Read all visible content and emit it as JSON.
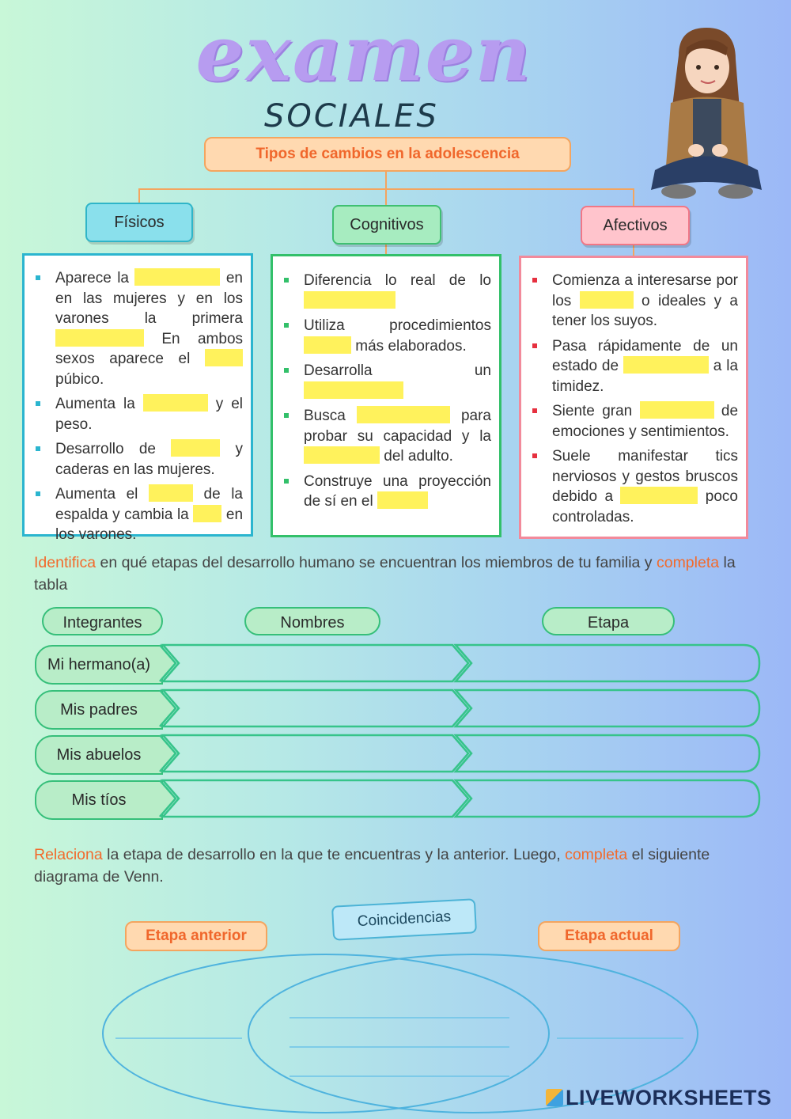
{
  "title": "examen",
  "subtitle": "SOCIALES",
  "concept_map": {
    "header": "Tipos de cambios en la adolescencia",
    "fisicos": {
      "label": "Físicos",
      "items": [
        {
          "a": "Aparece la",
          "b": "en las mujeres y en los varones la primera",
          "c": "En ambos sexos aparece el",
          "d": "púbico."
        },
        {
          "a": "Aumenta la",
          "b": "y el peso."
        },
        {
          "a": "Desarrollo de",
          "b": "y caderas en las mujeres."
        },
        {
          "a": "Aumenta el",
          "b": "de la espalda y cambia la",
          "c": "en los varones."
        }
      ]
    },
    "cognitivos": {
      "label": "Cognitivos",
      "items": [
        {
          "a": "Diferencia lo real de lo"
        },
        {
          "a": "Utiliza procedimientos",
          "b": "más elaborados."
        },
        {
          "a": "Desarrolla un"
        },
        {
          "a": "Busca",
          "b": "para probar su capacidad y la",
          "c": "del adulto."
        },
        {
          "a": "Construye una proyección de sí en el"
        }
      ]
    },
    "afectivos": {
      "label": "Afectivos",
      "items": [
        {
          "a": "Comienza a interesarse por los",
          "b": "o ideales y a tener los suyos."
        },
        {
          "a": "Pasa rápidamente de un estado de",
          "b": "a la timidez."
        },
        {
          "a": "Siente gran",
          "b": "de emociones y sentimientos."
        },
        {
          "a": "Suele manifestar tics nerviosos y gestos bruscos debido a",
          "b": "poco controladas."
        }
      ]
    }
  },
  "instruction1": {
    "verb1": "Identifica",
    "middle": " en qué etapas del desarrollo humano se encuentran los miembros de tu familia y ",
    "verb2": "completa",
    "end": " la tabla"
  },
  "table": {
    "headers": [
      "Integrantes",
      "Nombres",
      "Etapa"
    ],
    "rows": [
      "Mi hermano(a)",
      "Mis padres",
      "Mis abuelos",
      "Mis tíos"
    ]
  },
  "instruction2": {
    "verb1": "Relaciona",
    "middle": " la etapa de desarrollo en la que te encuentras y la anterior. Luego, ",
    "verb2": "completa",
    "end": " el siguiente diagrama de Venn."
  },
  "venn": {
    "left": "Etapa anterior",
    "center": "Coincidencias",
    "right": "Etapa actual"
  },
  "footer_logo": "LIVEWORKSHEETS",
  "colors": {
    "orange": "#f26a2c",
    "teal": "#2bb5cf",
    "green": "#33c06a",
    "red": "#e6303f",
    "blank": "#fff25c"
  }
}
